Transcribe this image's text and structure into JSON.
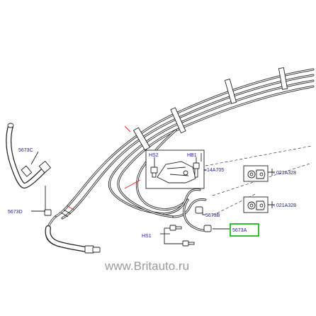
{
  "callouts": {
    "c56730_top": "5673C",
    "c56730_left": "5673D",
    "hs2": "HS2",
    "hb1": "HB1",
    "c14a705": "14A705",
    "c021a328_top": "021A328",
    "c021a328_bottom": "021A328",
    "c5673b": "5673B",
    "c5673a": "5673A",
    "hs1": "HS1"
  },
  "watermark": "www.Britauto.ru",
  "colors": {
    "line": "#222222",
    "label": "#1a1a8c",
    "highlight_box": "#00b000",
    "red_leader": "#e02020",
    "watermark": "#9a9a9a"
  }
}
